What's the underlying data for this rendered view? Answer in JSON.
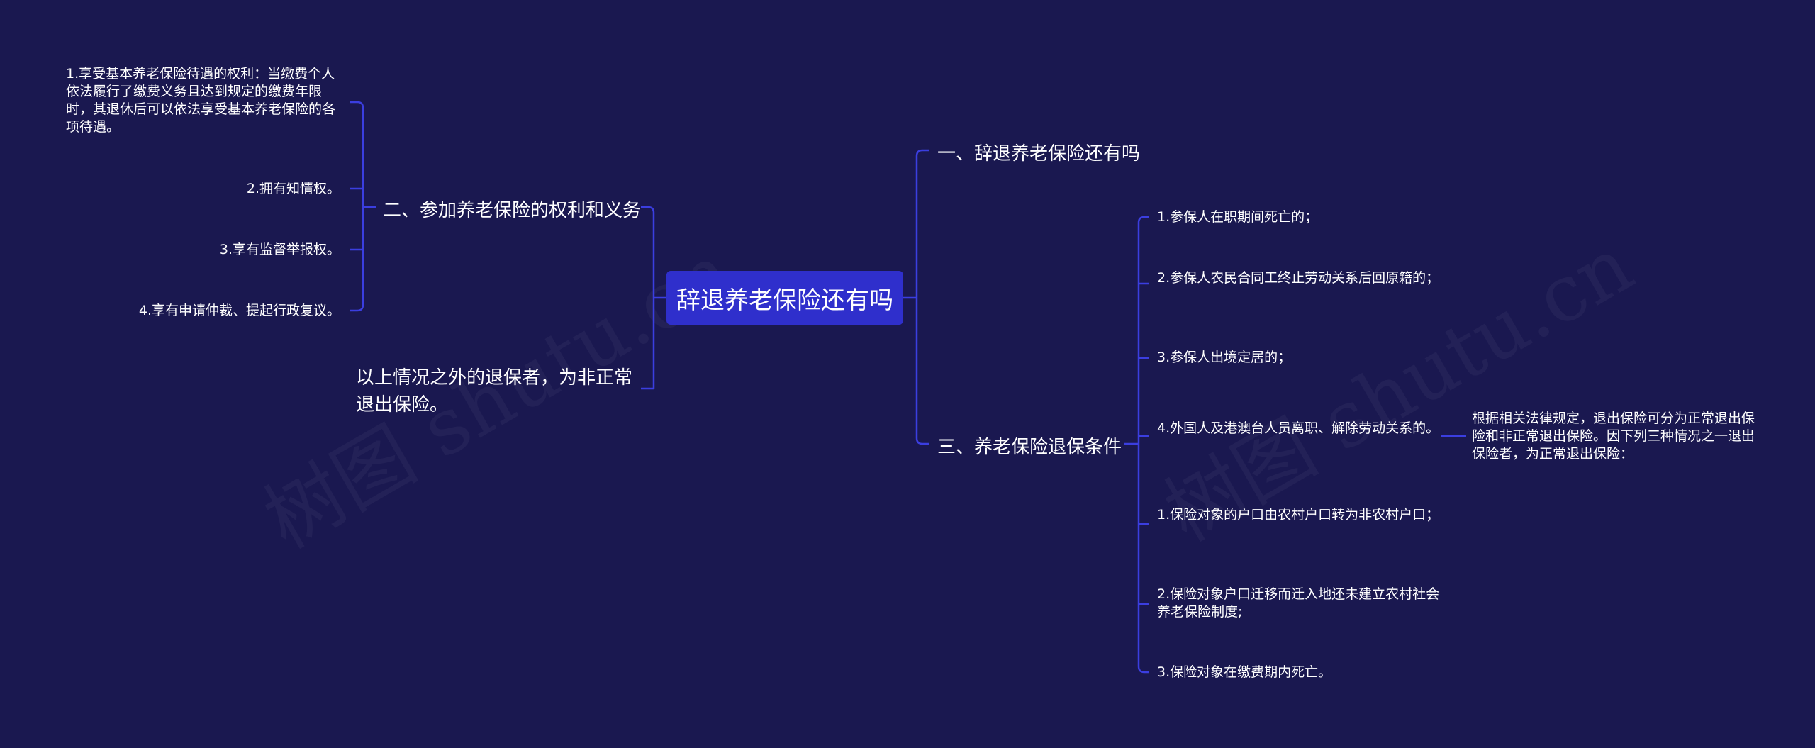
{
  "watermark": "树图 shutu.cn",
  "colors": {
    "background": "#1a1850",
    "root_fill": "#2f2fcc",
    "connector": "#3b3ee0",
    "text": "#ffffff"
  },
  "root": {
    "label": "辞退养老保险还有吗"
  },
  "left": {
    "branch_rights": {
      "label": "二、参加养老保险的权利和义务",
      "items": [
        "1.享受基本养老保险待遇的权利：当缴费个人依法履行了缴费义务且达到规定的缴费年限时，其退休后可以依法享受基本养老保险的各项待遇。",
        "2.拥有知情权。",
        "3.享有监督举报权。",
        "4.享有申请仲裁、提起行政复议。"
      ]
    },
    "branch_other": {
      "label": "以上情况之外的退保者，为非正常退出保险。"
    }
  },
  "right": {
    "branch_one": {
      "label": "一、辞退养老保险还有吗"
    },
    "branch_three": {
      "label": "三、养老保险退保条件",
      "items": [
        "1.参保人在职期间死亡的；",
        "2.参保人农民合同工终止劳动关系后回原籍的；",
        "3.参保人出境定居的；",
        "4.外国人及港澳台人员离职、解除劳动关系的。",
        "1.保险对象的户口由农村户口转为非农村户口；",
        "2.保险对象户口迁移而迁入地还未建立农村社会养老保险制度;",
        "3.保险对象在缴费期内死亡。"
      ],
      "item4_child": "根据相关法律规定，退出保险可分为正常退出保险和非正常退出保险。因下列三种情况之一退出保险者，为正常退出保险："
    }
  }
}
